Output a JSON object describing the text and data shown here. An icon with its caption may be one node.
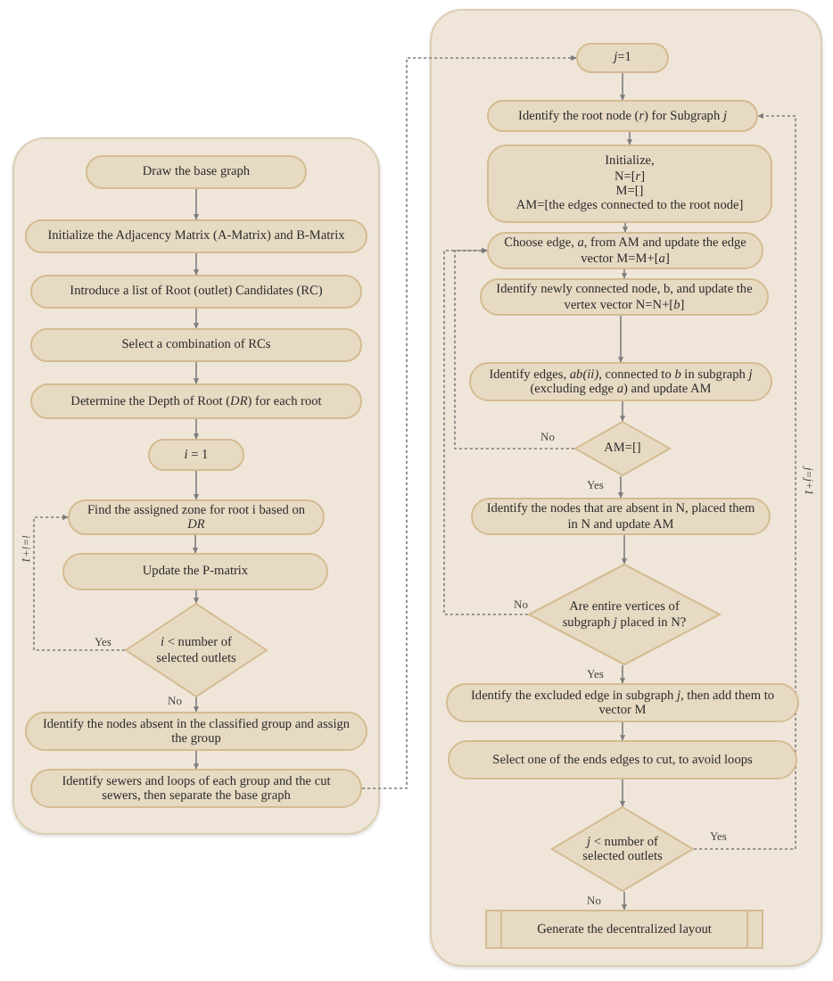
{
  "diagram": {
    "nodes": [
      {
        "text": [],
        "shape": "box"
      },
      {
        "text": [
          "Draw the base graph"
        ],
        "in": 0
      },
      {
        "text": [
          "Initialize the Adjacency Matrix (A-Matrix) and B-Matrix"
        ],
        "in": 0
      },
      {
        "text": [
          "Introduce a list of Root (outlet) Candidates (RC)"
        ],
        "in": 0
      },
      {
        "text": [
          "Select a combination of RCs"
        ],
        "in": 0
      },
      {
        "text": [
          "Determine the Depth of Root (*DR*) for each root"
        ],
        "in": 0
      },
      {
        "text": [
          "*i* = 1"
        ],
        "in": 0
      },
      {
        "text": [
          "Find the assigned zone for root i based on *DR*"
        ],
        "in": 0
      },
      {
        "text": [
          "Update the P-matrix"
        ],
        "in": 0
      },
      {
        "text": [
          "*i* < number of selected outlets"
        ],
        "in": 0
      },
      {
        "text": [
          "Identify the nodes absent in the classified group and assign the group"
        ],
        "in": 0
      },
      {
        "text": [
          "Identify sewers and loops of each group and the cut sewers, then separate the base graph"
        ],
        "in": 0
      },
      {
        "text": [],
        "shape": "box"
      },
      {
        "text": [
          "*j*=1"
        ],
        "in": 12
      },
      {
        "text": [
          "Identify the root node (*r*) for Subgraph *j*"
        ],
        "in": 12
      },
      {
        "text": [
          "Initialize,",
          "N=[*r*]",
          "M=[]",
          "AM=[the edges connected to the root node]"
        ],
        "in": 12
      },
      {
        "text": [
          "Choose edge, *a*, from AM and update the edge vector M=M+[*a*]"
        ],
        "in": 12
      },
      {
        "text": [
          "Identify newly connected node, b, and update the vertex vector N=N+[*b*]"
        ],
        "in": 12
      },
      {
        "text": [
          "Identify edges, *ab(ii)*, connected to *b* in subgraph *j* (excluding edge *a*) and update AM"
        ],
        "in": 12
      },
      {
        "text": [
          "AM=[]"
        ],
        "in": 12
      },
      {
        "text": [
          "Identify the nodes that are absent in N, placed them in N and update AM"
        ],
        "in": 12
      },
      {
        "text": [
          "Are entire vertices of subgraph *j* placed in N?"
        ],
        "in": 12
      },
      {
        "text": [
          "Identify the excluded edge in subgraph *j*, then add them to vector M"
        ],
        "in": 12
      },
      {
        "text": [
          "Select one of the ends edges to cut, to avoid loops"
        ],
        "in": 12
      },
      {
        "text": [
          "*j* < number of selected outlets"
        ],
        "in": 12
      },
      {
        "text": [
          "Generate the decentralized layout"
        ],
        "in": 12
      }
    ],
    "edges": [
      {
        "from": 1,
        "to": 2,
        "arrow": "to"
      },
      {
        "from": 2,
        "to": 3,
        "arrow": "to"
      },
      {
        "from": 3,
        "to": 4,
        "arrow": "to"
      },
      {
        "from": 4,
        "to": 5,
        "arrow": "to"
      },
      {
        "from": 5,
        "to": 6,
        "arrow": "to"
      },
      {
        "from": 6,
        "to": 7,
        "arrow": "to"
      },
      {
        "from": 7,
        "to": 8,
        "arrow": "to"
      },
      {
        "from": 8,
        "to": 9,
        "arrow": "to"
      },
      {
        "from": 9,
        "to": 7,
        "arrow": "to",
        "label": "Yes",
        "style": "dashed"
      },
      {
        "from": 9,
        "to": 10,
        "arrow": "to",
        "label": "No"
      },
      {
        "from": 10,
        "to": 11,
        "arrow": "to"
      },
      {
        "from": 11,
        "to": 13,
        "arrow": "to",
        "style": "dashed"
      },
      {
        "from": 13,
        "to": 14,
        "arrow": "to"
      },
      {
        "from": 14,
        "to": 15,
        "arrow": "to"
      },
      {
        "from": 15,
        "to": 16,
        "arrow": "to"
      },
      {
        "from": 16,
        "to": 17,
        "arrow": "to"
      },
      {
        "from": 17,
        "to": 18,
        "arrow": "to"
      },
      {
        "from": 18,
        "to": 19,
        "arrow": "to"
      },
      {
        "from": 19,
        "to": 16,
        "arrow": "to",
        "label": "No",
        "style": "dashed"
      },
      {
        "from": 19,
        "to": 20,
        "arrow": "to",
        "label": "Yes"
      },
      {
        "from": 20,
        "to": 21,
        "arrow": "to"
      },
      {
        "from": 21,
        "to": 16,
        "arrow": "to",
        "label": "No",
        "style": "dashed"
      },
      {
        "from": 21,
        "to": 22,
        "arrow": "to",
        "label": "Yes"
      },
      {
        "from": 22,
        "to": 23,
        "arrow": "to"
      },
      {
        "from": 23,
        "to": 24,
        "arrow": "to"
      },
      {
        "from": 24,
        "to": 14,
        "arrow": "to",
        "label": "Yes",
        "style": "dashed"
      },
      {
        "from": 24,
        "to": 25,
        "arrow": "to",
        "label": "No"
      }
    ],
    "labels": [
      "i=i+1",
      "j=j+1"
    ]
  }
}
